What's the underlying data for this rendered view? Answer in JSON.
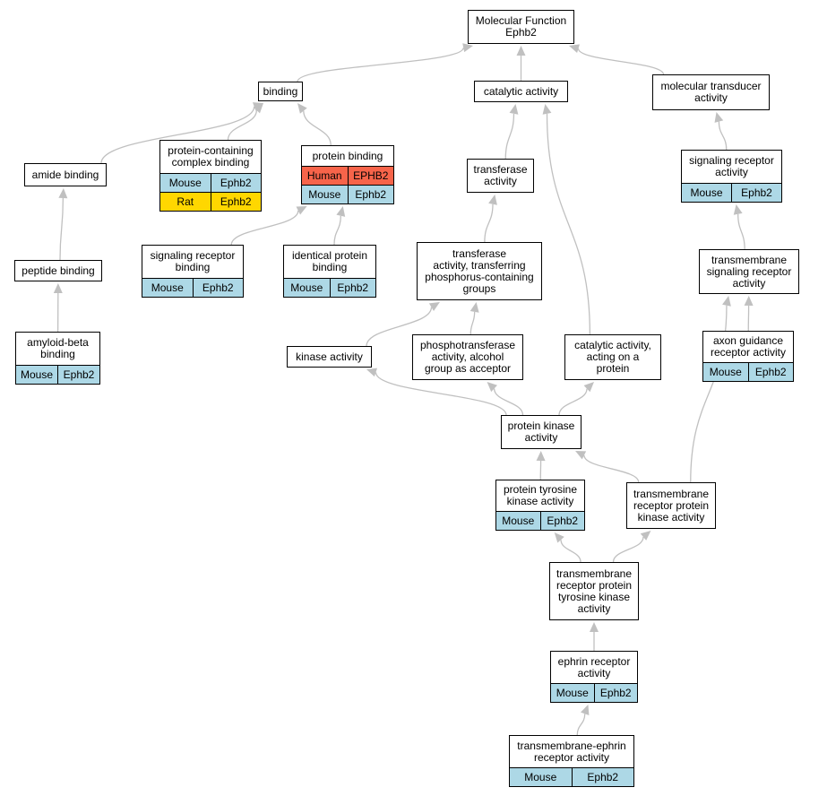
{
  "diagram": {
    "species_colors": {
      "Mouse": "#add8e6",
      "Rat": "#ffd700",
      "Human": "#f7644a"
    },
    "edge_color": "#c0c0c0",
    "nodes": {
      "mf": {
        "label": "Molecular Function\nEphb2",
        "rows": []
      },
      "binding": {
        "label": "binding",
        "rows": []
      },
      "catalytic": {
        "label": "catalytic activity",
        "rows": []
      },
      "moltrans": {
        "label": "molecular transducer\nactivity",
        "rows": []
      },
      "amide": {
        "label": "amide binding",
        "rows": []
      },
      "pcc": {
        "label": "protein-containing\ncomplex binding",
        "rows": [
          [
            "Mouse",
            "Ephb2"
          ],
          [
            "Rat",
            "Ephb2"
          ]
        ]
      },
      "protbind": {
        "label": "protein binding",
        "rows": [
          [
            "Human",
            "EPHB2"
          ],
          [
            "Mouse",
            "Ephb2"
          ]
        ]
      },
      "transferase": {
        "label": "transferase\nactivity",
        "rows": []
      },
      "sigrec_mt": {
        "label": "signaling receptor\nactivity",
        "rows": [
          [
            "Mouse",
            "Ephb2"
          ]
        ]
      },
      "peptide": {
        "label": "peptide binding",
        "rows": []
      },
      "sigrec_bind": {
        "label": "signaling receptor\nbinding",
        "rows": [
          [
            "Mouse",
            "Ephb2"
          ]
        ]
      },
      "identical": {
        "label": "identical protein\nbinding",
        "rows": [
          [
            "Mouse",
            "Ephb2"
          ]
        ]
      },
      "transphos": {
        "label": "transferase\nactivity, transferring\nphosphorus-containing\ngroups",
        "rows": []
      },
      "tmsig": {
        "label": "transmembrane\nsignaling receptor\nactivity",
        "rows": []
      },
      "amyloid": {
        "label": "amyloid-beta\nbinding",
        "rows": [
          [
            "Mouse",
            "Ephb2"
          ]
        ]
      },
      "kinase": {
        "label": "kinase activity",
        "rows": []
      },
      "phosphotrans": {
        "label": "phosphotransferase\nactivity, alcohol\ngroup as acceptor",
        "rows": []
      },
      "catprot": {
        "label": "catalytic activity,\nacting on a\nprotein",
        "rows": []
      },
      "axon": {
        "label": "axon guidance\nreceptor activity",
        "rows": [
          [
            "Mouse",
            "Ephb2"
          ]
        ]
      },
      "pka": {
        "label": "protein kinase\nactivity",
        "rows": []
      },
      "ptk": {
        "label": "protein tyrosine\nkinase activity",
        "rows": [
          [
            "Mouse",
            "Ephb2"
          ]
        ]
      },
      "trpk": {
        "label": "transmembrane\nreceptor protein\nkinase activity",
        "rows": []
      },
      "trptk": {
        "label": "transmembrane\nreceptor protein\ntyrosine kinase\nactivity",
        "rows": []
      },
      "ephrin": {
        "label": "ephrin receptor\nactivity",
        "rows": [
          [
            "Mouse",
            "Ephb2"
          ]
        ]
      },
      "tmephrin": {
        "label": "transmembrane-ephrin\nreceptor activity",
        "rows": [
          [
            "Mouse",
            "Ephb2"
          ]
        ]
      }
    },
    "edges": [
      [
        "binding",
        "mf"
      ],
      [
        "catalytic",
        "mf"
      ],
      [
        "moltrans",
        "mf"
      ],
      [
        "amide",
        "binding"
      ],
      [
        "pcc",
        "binding"
      ],
      [
        "protbind",
        "binding"
      ],
      [
        "peptide",
        "amide"
      ],
      [
        "amyloid",
        "peptide"
      ],
      [
        "sigrec_bind",
        "protbind"
      ],
      [
        "identical",
        "protbind"
      ],
      [
        "transferase",
        "catalytic"
      ],
      [
        "catprot",
        "catalytic"
      ],
      [
        "transphos",
        "transferase"
      ],
      [
        "kinase",
        "transphos"
      ],
      [
        "phosphotrans",
        "transphos"
      ],
      [
        "sigrec_mt",
        "moltrans"
      ],
      [
        "tmsig",
        "sigrec_mt"
      ],
      [
        "axon",
        "tmsig"
      ],
      [
        "trpk",
        "tmsig"
      ],
      [
        "pka",
        "kinase"
      ],
      [
        "pka",
        "phosphotrans"
      ],
      [
        "pka",
        "catprot"
      ],
      [
        "ptk",
        "pka"
      ],
      [
        "trpk",
        "pka"
      ],
      [
        "trptk",
        "ptk"
      ],
      [
        "trptk",
        "trpk"
      ],
      [
        "ephrin",
        "trptk"
      ],
      [
        "tmephrin",
        "ephrin"
      ]
    ]
  }
}
